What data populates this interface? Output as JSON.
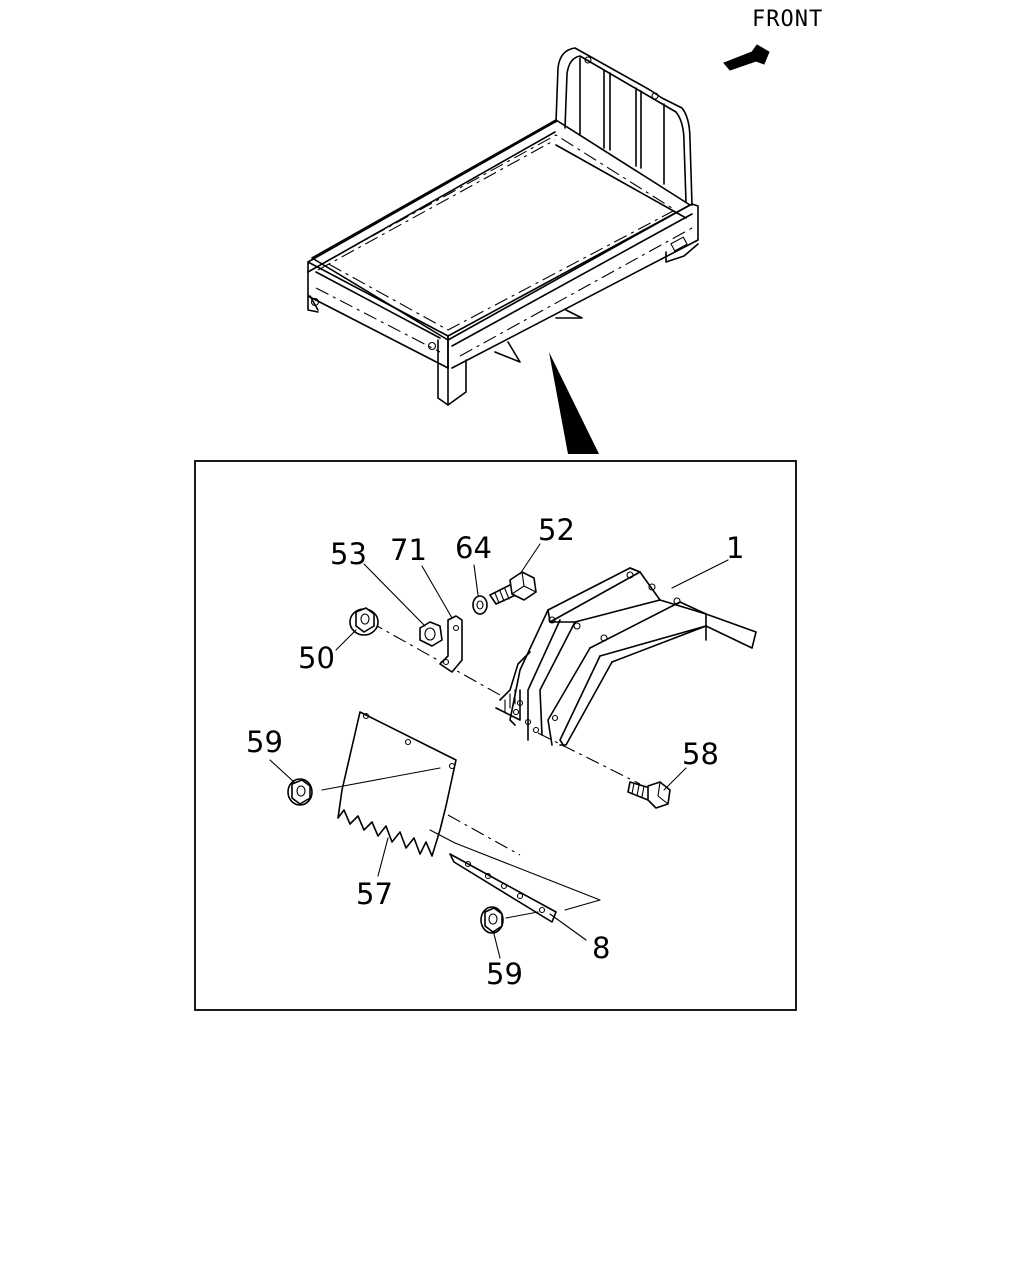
{
  "direction_label": "FRONT",
  "callouts": {
    "p1": "1",
    "p8": "8",
    "p50": "50",
    "p52": "52",
    "p53": "53",
    "p57": "57",
    "p58": "58",
    "p59a": "59",
    "p59b": "59",
    "p64": "64",
    "p71": "71"
  }
}
